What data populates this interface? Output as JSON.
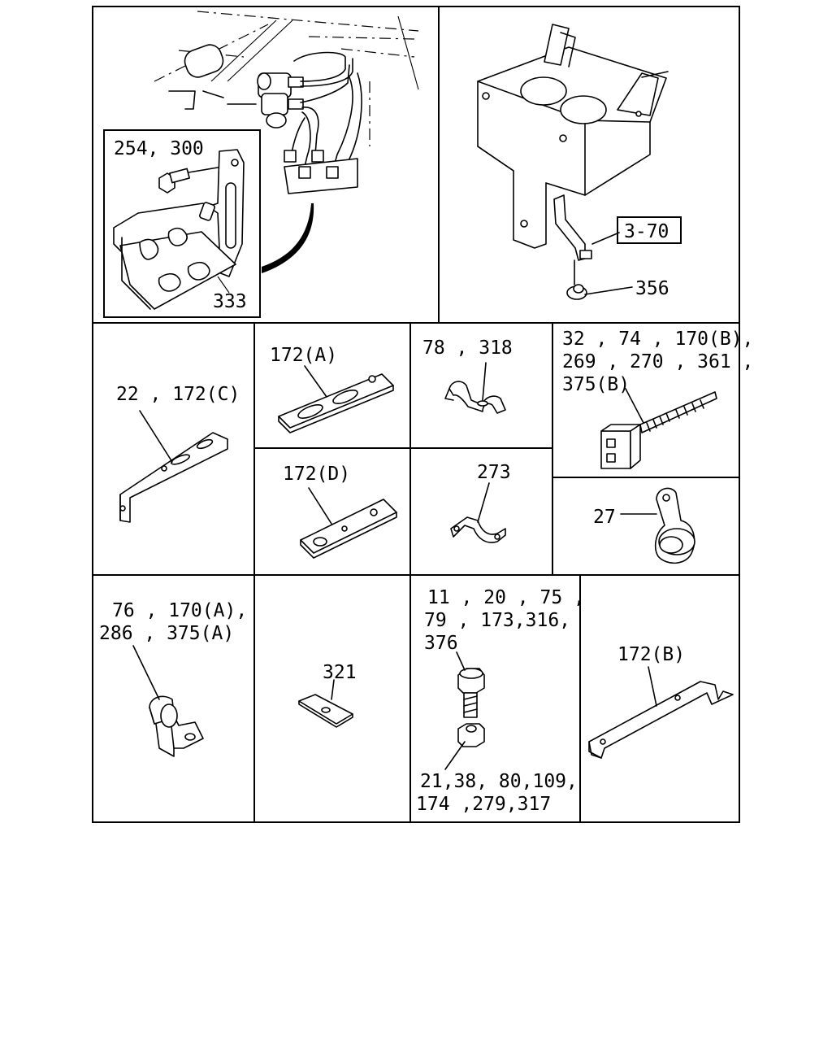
{
  "callouts": {
    "c254_300": "254, 300",
    "c333": "333",
    "c3_70": "3-70",
    "c356": "356",
    "c22_172c": "22 , 172(C)",
    "c172a": "172(A)",
    "c78_318": "78 , 318",
    "c32_line1": "32 , 74 , 170(B),",
    "c32_line2": "269 , 270 , 361 ,",
    "c32_line3": "375(B)",
    "c172d": "172(D)",
    "c273": "273",
    "c27": "27",
    "c76_line1": "76 , 170(A),",
    "c76_line2": "286 , 375(A)",
    "c321": "321",
    "c11_line1": "11 , 20 , 75 ,",
    "c11_line2": "79 , 173,316,",
    "c11_line3": "376",
    "c21_line1": "21,38, 80,109,",
    "c21_line2": "174 ,279,317",
    "c172b": "172(B)"
  }
}
